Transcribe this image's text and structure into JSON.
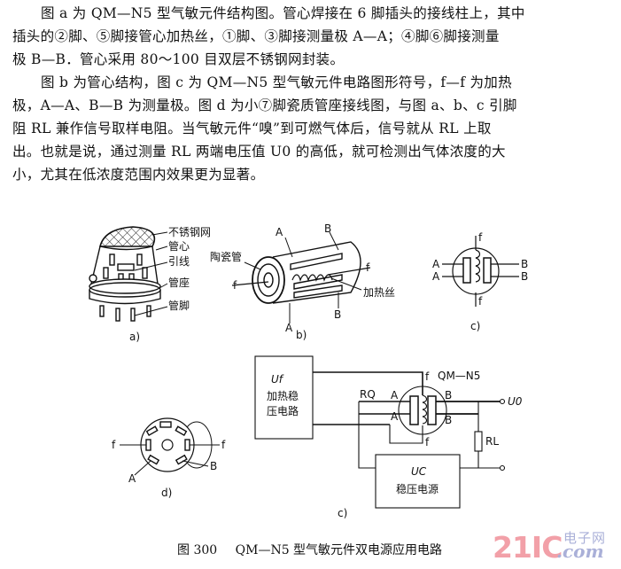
{
  "paragraphs": [
    {
      "lines": [
        "图 a 为 QM—N5 型气敏元件结构图。管心焊接在 6 脚插头的接线柱上，其中",
        "插头的②脚、⑤脚接管心加热丝，①脚、③脚接测量极 A—A；④脚⑥脚接测量",
        "极 B—B．管心采用 80～100 目双层不锈钢网封装。"
      ]
    },
    {
      "lines": [
        "图 b 为管心结构，图 c 为 QM—N5 型气敏元件电路图形符号，f—f 为加热",
        "极，A—A、B—B 为测量极。图 d 为小⑦脚瓷质管座接线图，与图 a、b、c 引脚",
        "阻 RL 兼作信号取样电阻。当气敏元件“嗅”到可燃气体后，信号就从 RL 上取",
        "出。也就是说，通过测量 RL 两端电压值 U0 的高低，就可检测出气体浓度的大",
        "小，尤其在低浓度范围内效果更为显著。"
      ]
    }
  ],
  "figures": {
    "a": {
      "label": "a)",
      "callouts": [
        "不锈钢网",
        "管心",
        "引线",
        "管座",
        "管脚"
      ]
    },
    "b": {
      "label": "b)",
      "callouts": [
        "陶瓷管",
        "加热丝"
      ],
      "pins": {
        "A": "A",
        "B": "B",
        "f": "f"
      }
    },
    "c_symbol": {
      "label": "c)",
      "pins": {
        "A": "A",
        "B": "B",
        "f": "f"
      }
    },
    "d": {
      "label": "d)",
      "pins": {
        "f": "f",
        "A": "A",
        "B": "B"
      }
    },
    "circuit": {
      "label": "c)",
      "heater_block": {
        "symbol": "Uf",
        "text_line1": "加热稳",
        "text_line2": "压电路"
      },
      "power_block": {
        "symbol": "UC",
        "text": "稳压电源"
      },
      "sensor_name": "QM—N5",
      "sensor_ref": "RQ",
      "resistor": "RL",
      "output": "U0",
      "pins": {
        "A": "A",
        "B": "B",
        "f": "f"
      }
    }
  },
  "caption": {
    "number": "图 300",
    "title": "QM—N5 型气敏元件双电源应用电路"
  },
  "watermark": {
    "brand": "21IC",
    "cn": "电子网",
    "domain": ".com"
  }
}
